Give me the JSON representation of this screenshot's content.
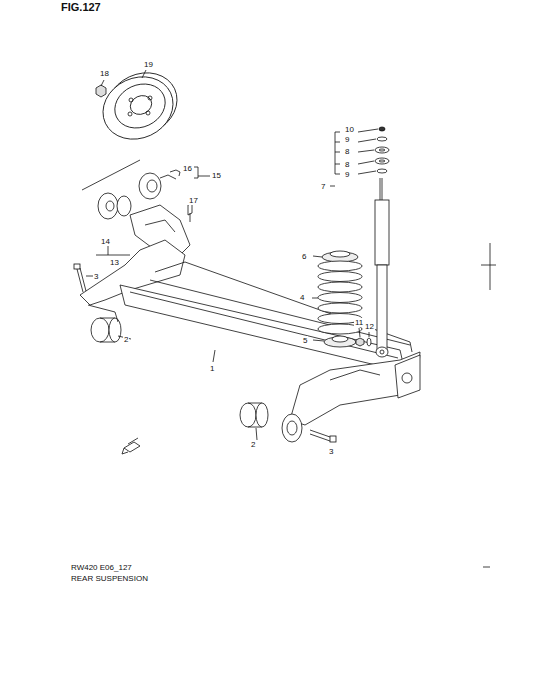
{
  "diagram": {
    "title": "FIG.127",
    "labels": [
      "19",
      "18",
      "16",
      "15",
      "17",
      "14",
      "13",
      "3",
      "2",
      "1",
      "2",
      "3",
      "10",
      "9",
      "8",
      "8",
      "9",
      "7",
      "6",
      "4",
      "5",
      "11",
      "12",
      "RW420 E06_127",
      "REAR SUSPENSION"
    ]
  }
}
